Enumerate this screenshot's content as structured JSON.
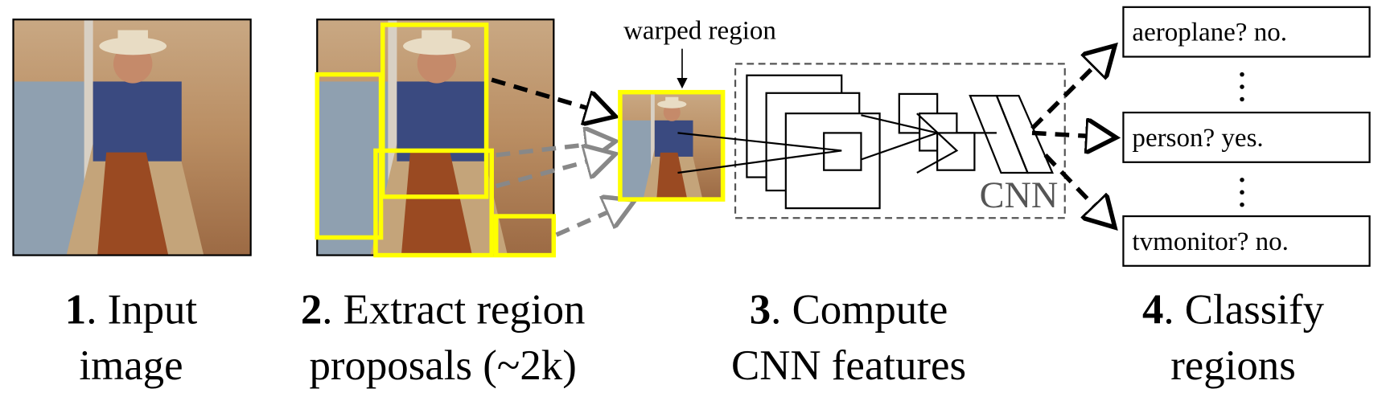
{
  "annotation": {
    "warped_region": "warped region",
    "cnn": "CNN"
  },
  "classes": [
    {
      "label": "aeroplane? no."
    },
    {
      "label": "person? yes."
    },
    {
      "label": "tvmonitor? no."
    }
  ],
  "steps": [
    {
      "num": "1",
      "line1": ". Input",
      "line2": "image"
    },
    {
      "num": "2",
      "line1": ". Extract region",
      "line2": "proposals (~2k)"
    },
    {
      "num": "3",
      "line1": ". Compute",
      "line2": "CNN features"
    },
    {
      "num": "4",
      "line1": ". Classify",
      "line2": "regions"
    }
  ],
  "colors": {
    "proposal_box": "#ffff00",
    "cnn_label": "#555555",
    "dashed_box": "#555555"
  }
}
